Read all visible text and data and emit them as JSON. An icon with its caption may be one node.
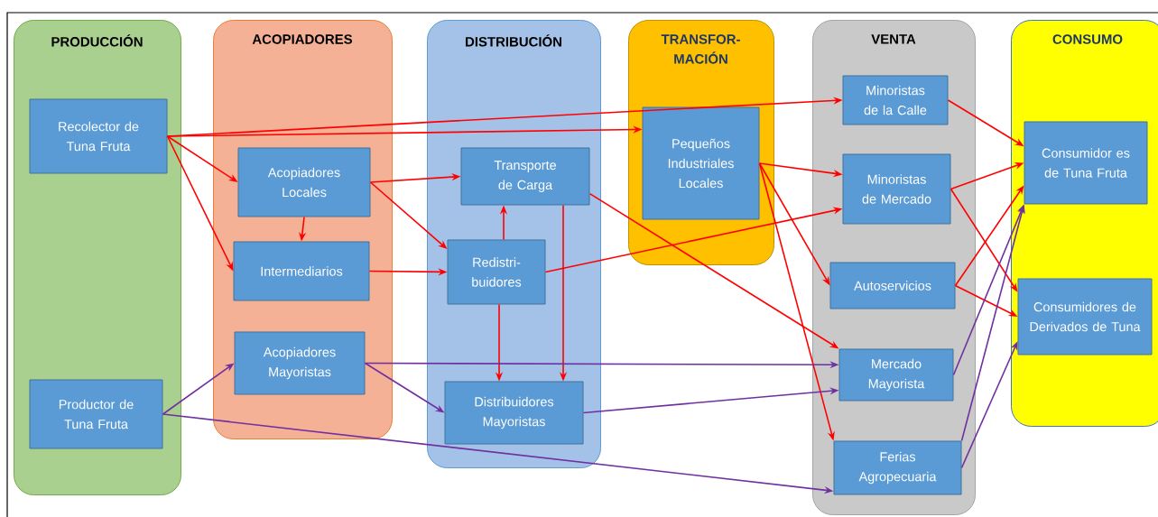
{
  "diagram": {
    "nodes": [
      {
        "text": [
          "PRODUCCIÓN"
        ]
      },
      {
        "text": [
          "Recolector de Tuna Fruta"
        ],
        "in": 0
      },
      {
        "text": [
          "Productor de Tuna Fruta"
        ],
        "in": 0
      },
      {
        "text": [
          "ACOPIADORES"
        ]
      },
      {
        "text": [
          "Acopiadores Locales"
        ],
        "in": 3
      },
      {
        "text": [
          "Intermediarios"
        ],
        "in": 3
      },
      {
        "text": [
          "Acopiadores Mayoristas"
        ],
        "in": 3
      },
      {
        "text": [
          "DISTRIBUCIÓN"
        ]
      },
      {
        "text": [
          "Transporte de Carga"
        ],
        "in": 7
      },
      {
        "text": [
          "Redistri- buidores"
        ],
        "in": 7
      },
      {
        "text": [
          "Distribuidores Mayoristas"
        ],
        "in": 7
      },
      {
        "text": [
          "TRANSFOR- MACIÓN"
        ]
      },
      {
        "text": [
          "Pequeños Industriales Locales"
        ],
        "in": 11
      },
      {
        "text": [
          "VENTA"
        ]
      },
      {
        "text": [
          "Minoristas de la Calle"
        ],
        "in": 13
      },
      {
        "text": [
          "Minoristas de Mercado"
        ],
        "in": 13
      },
      {
        "text": [
          "Autoservicios"
        ],
        "in": 13
      },
      {
        "text": [
          "Mercado Mayorista"
        ],
        "in": 13
      },
      {
        "text": [
          "Ferias Agropecuaria"
        ],
        "in": 13
      },
      {
        "text": [
          "CONSUMO"
        ]
      },
      {
        "text": [
          "Consumidor es de Tuna Fruta"
        ],
        "in": 19
      },
      {
        "text": [
          "Consumidores de Derivados de Tuna"
        ],
        "in": 19
      }
    ],
    "edges": [
      {
        "from": 1,
        "to": 14,
        "arrow": "to"
      },
      {
        "from": 1,
        "to": 12,
        "arrow": "to"
      },
      {
        "from": 1,
        "to": 4,
        "arrow": "to"
      },
      {
        "from": 1,
        "to": 5,
        "arrow": "to"
      },
      {
        "from": 4,
        "to": 5,
        "arrow": "to"
      },
      {
        "from": 4,
        "to": 8,
        "arrow": "to"
      },
      {
        "from": 4,
        "to": 9,
        "arrow": "to"
      },
      {
        "from": 5,
        "to": 9,
        "arrow": "to"
      },
      {
        "from": 9,
        "to": 8,
        "arrow": "to"
      },
      {
        "from": 9,
        "to": 10,
        "arrow": "to"
      },
      {
        "from": 8,
        "to": 10,
        "arrow": "to"
      },
      {
        "from": 9,
        "to": 15,
        "arrow": "to"
      },
      {
        "from": 8,
        "to": 17,
        "arrow": "to"
      },
      {
        "from": 12,
        "to": 15,
        "arrow": "to"
      },
      {
        "from": 12,
        "to": 16,
        "arrow": "to"
      },
      {
        "from": 12,
        "to": 18,
        "arrow": "to"
      },
      {
        "from": 14,
        "to": 20,
        "arrow": "to"
      },
      {
        "from": 15,
        "to": 20,
        "arrow": "to"
      },
      {
        "from": 15,
        "to": 21,
        "arrow": "to"
      },
      {
        "from": 16,
        "to": 20,
        "arrow": "to"
      },
      {
        "from": 16,
        "to": 21,
        "arrow": "to"
      },
      {
        "from": 2,
        "to": 6,
        "arrow": "to",
        "color": "#7030a0"
      },
      {
        "from": 2,
        "to": 18,
        "arrow": "to",
        "color": "#7030a0"
      },
      {
        "from": 6,
        "to": 17,
        "arrow": "to",
        "color": "#7030a0"
      },
      {
        "from": 6,
        "to": 10,
        "arrow": "to",
        "color": "#7030a0"
      },
      {
        "from": 10,
        "to": 17,
        "arrow": "to",
        "color": "#7030a0"
      },
      {
        "from": 17,
        "to": 20,
        "arrow": "to",
        "color": "#7030a0"
      },
      {
        "from": 18,
        "to": 20,
        "arrow": "to",
        "color": "#7030a0"
      },
      {
        "from": 18,
        "to": 21,
        "arrow": "to",
        "color": "#7030a0"
      }
    ]
  }
}
